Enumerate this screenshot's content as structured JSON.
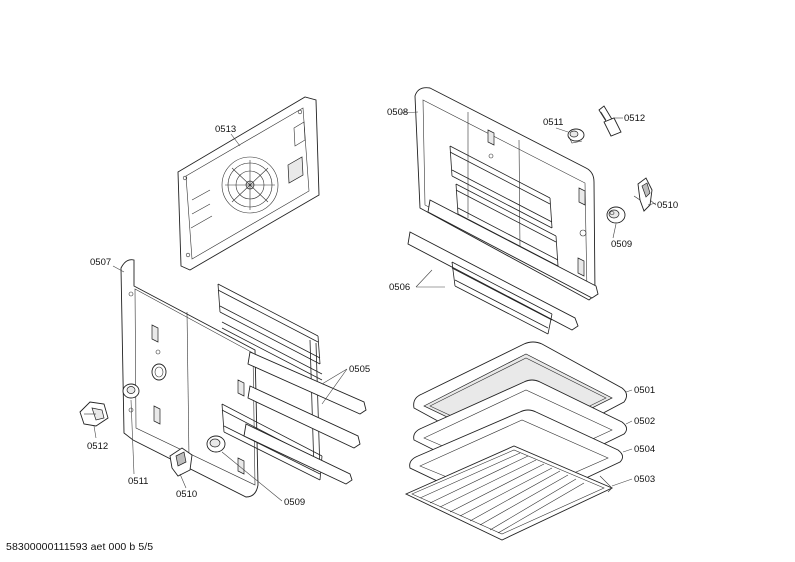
{
  "labels": {
    "p0513": "0513",
    "p0508": "0508",
    "p0511_top": "0511",
    "p0512_top": "0512",
    "p0510_top": "0510",
    "p0509_top": "0509",
    "p0507": "0507",
    "p0506": "0506",
    "p0505": "0505",
    "p0501": "0501",
    "p0502": "0502",
    "p0504": "0504",
    "p0503": "0503",
    "p0512_bottom": "0512",
    "p0511_bottom": "0511",
    "p0510_bottom": "0510",
    "p0509_bottom": "0509"
  },
  "footer": "58300000111593 aet 000 b 5/5"
}
